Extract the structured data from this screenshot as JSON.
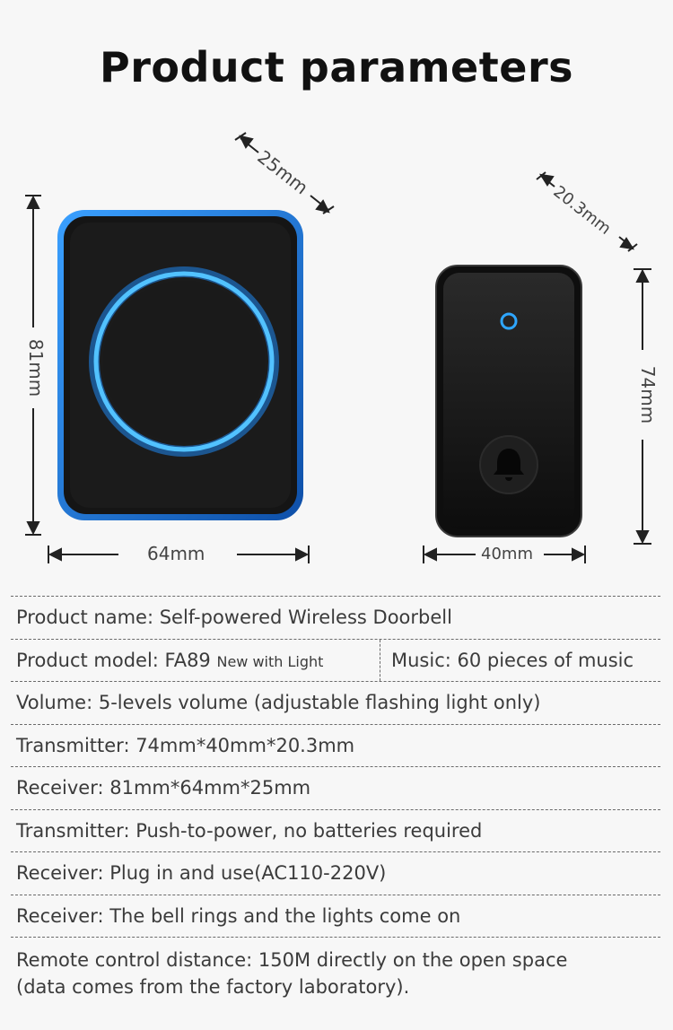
{
  "title": "Product parameters",
  "receiver_dims": {
    "depth": "25mm",
    "height": "81mm",
    "width": "64mm"
  },
  "transmitter_dims": {
    "depth": "20.3mm",
    "height": "74mm",
    "width": "40mm"
  },
  "colors": {
    "ring": "#2ea6ff",
    "body": "#141414",
    "frame": "#1f6dd0"
  },
  "specs": {
    "name": "Product name: Self-powered Wireless Doorbell",
    "model": "Product model: FA89",
    "model_note": "New with Light",
    "music": "Music: 60 pieces of music",
    "volume": "Volume: 5-levels volume (adjustable flashing light only)",
    "transmitter_size": "Transmitter: 74mm*40mm*20.3mm",
    "receiver_size": "Receiver: 81mm*64mm*25mm",
    "transmitter_power": "Transmitter: Push-to-power, no batteries required",
    "receiver_power": "Receiver: Plug in and use(AC110-220V)",
    "receiver_function": "Receiver: The bell rings and the lights come on",
    "distance_line1": "Remote control distance: 150M directly on the open space",
    "distance_line2": "(data comes from the factory laboratory)."
  }
}
